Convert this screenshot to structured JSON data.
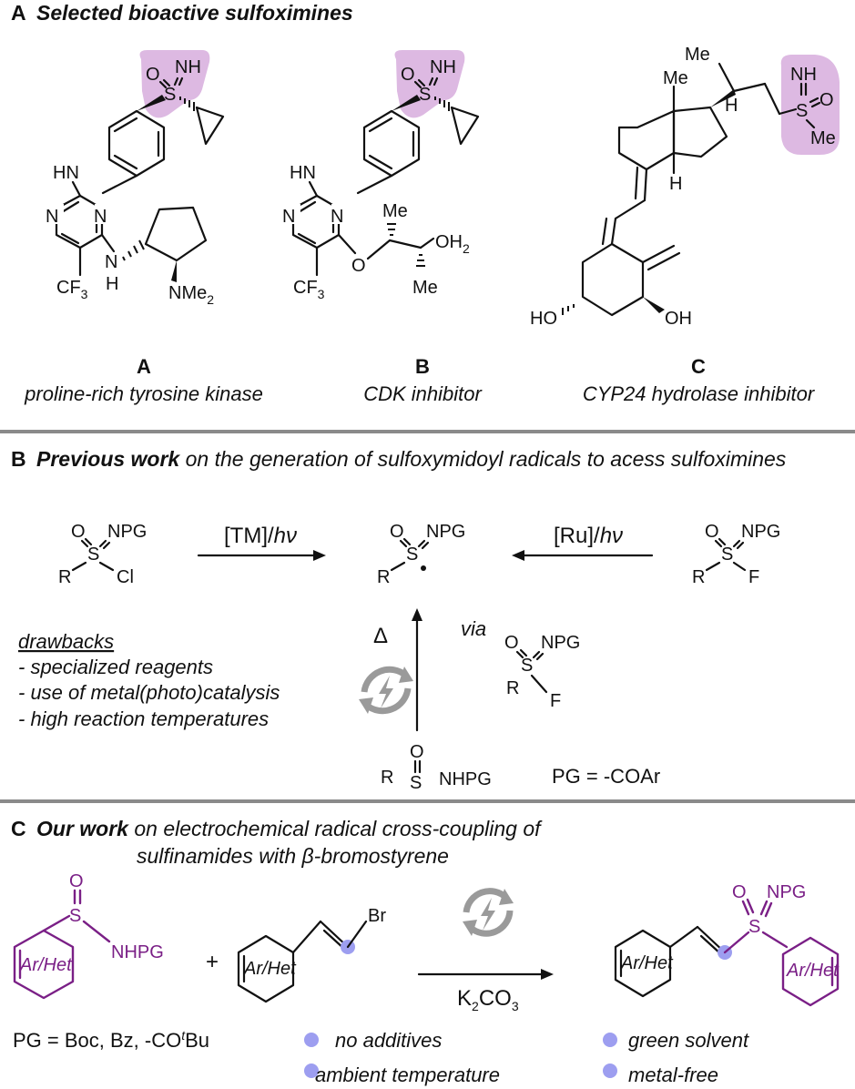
{
  "panel_a": {
    "letter": "A",
    "title": "Selected bioactive sulfoximines",
    "compounds": [
      {
        "letter": "A",
        "caption": "proline-rich tyrosine kinase"
      },
      {
        "letter": "B",
        "caption": "CDK inhibitor"
      },
      {
        "letter": "C",
        "caption": "CYP24 hydrolase inhibitor"
      }
    ],
    "atoms": {
      "O": "O",
      "NH": "NH",
      "S": "S",
      "HN": "HN",
      "N": "N",
      "H": "H",
      "CF3": "CF",
      "three": "3",
      "NMe2": "NMe",
      "two": "2",
      "Me": "Me",
      "OH2": "OH",
      "OH": "OH",
      "HO": "HO"
    }
  },
  "panel_b": {
    "letter": "B",
    "title_bold": "Previous work",
    "title_rest": "on the generation of sulfoxymidoyl radicals to acess sulfoximines",
    "reagent_left": {
      "O": "O",
      "N": "NPG",
      "S": "S",
      "R": "R",
      "X": "Cl"
    },
    "arrow_left_label": "[TM]/",
    "arrow_right_label": "[Ru]/",
    "hv": "hν",
    "radical": {
      "O": "O",
      "N": "NPG",
      "S": "S",
      "R": "R"
    },
    "reagent_right": {
      "O": "O",
      "N": "NPG",
      "S": "S",
      "R": "R",
      "X": "F"
    },
    "delta": "Δ",
    "via": "via",
    "intermediate": {
      "O": "O",
      "N": "NPG",
      "S": "S",
      "R": "R",
      "X": "F"
    },
    "sulfinamide": {
      "O": "O",
      "S": "S",
      "R": "R",
      "N": "NHPG"
    },
    "pg_def": "PG = -COAr",
    "drawbacks_title": "drawbacks",
    "drawbacks": [
      "- specialized reagents",
      "- use of metal(photo)catalysis",
      "- high reaction temperatures"
    ]
  },
  "panel_c": {
    "letter": "C",
    "title_bold": "Our work",
    "title_line1_rest": "on electrochemical radical cross-coupling of",
    "title_line2": "sulfinamides with",
    "title_line2_beta": "β-bromostyrene",
    "sulfinamide": {
      "O": "O",
      "S": "S",
      "N": "NHPG",
      "ring": "Ar/Het"
    },
    "plus": "+",
    "styrene": {
      "ring": "Ar/Het",
      "Br": "Br"
    },
    "base": "K",
    "base_sub1": "2",
    "base_mid": "CO",
    "base_sub2": "3",
    "product": {
      "ring1": "Ar/Het",
      "ring2": "Ar/Het",
      "O": "O",
      "N": "NPG",
      "S": "S"
    },
    "pg_def_pre": "PG = Boc, Bz, -CO",
    "pg_def_sup": "t",
    "pg_def_post": "Bu",
    "features": [
      "no additives",
      "ambient temperature",
      "green solvent",
      "metal-free"
    ]
  },
  "colors": {
    "highlight": "#ddb9e2",
    "purple": "#7a1f86",
    "bullet": "#9d9ef0",
    "separator": "#8a8a8a",
    "electro_icon": "#9a9a9a"
  }
}
